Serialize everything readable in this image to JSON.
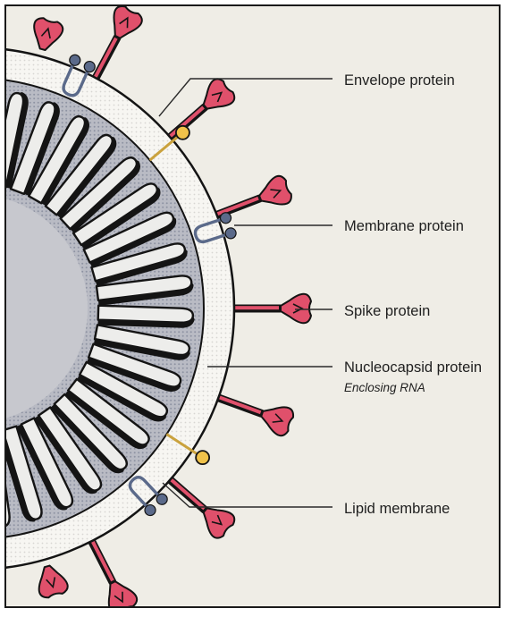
{
  "labels": {
    "envelope": "Envelope protein",
    "membrane": "Membrane protein",
    "spike": "Spike protein",
    "nucleocapsid": "Nucleocapsid protein",
    "nucleocapsid_sub": "Enclosing RNA",
    "lipid": "Lipid membrane"
  },
  "colors": {
    "background": "#efede6",
    "frame": "#1a1a1a",
    "lipid_layer": "#f7f6f2",
    "lipid_dots": "#d7d6d2",
    "capsid_area": "#b9bbc4",
    "capsid_dots": "#8e93a2",
    "core": "#c7c8ce",
    "coil_fill": "#ededeb",
    "outline": "#141414",
    "spike": "#e0506b",
    "envelope": "#f0c24a",
    "membrane": "#5b6a8a"
  },
  "icons": {
    "spike": "spike-protein-icon",
    "envelope": "envelope-protein-icon",
    "membrane": "membrane-protein-icon",
    "coil": "rna-coil-icon"
  }
}
